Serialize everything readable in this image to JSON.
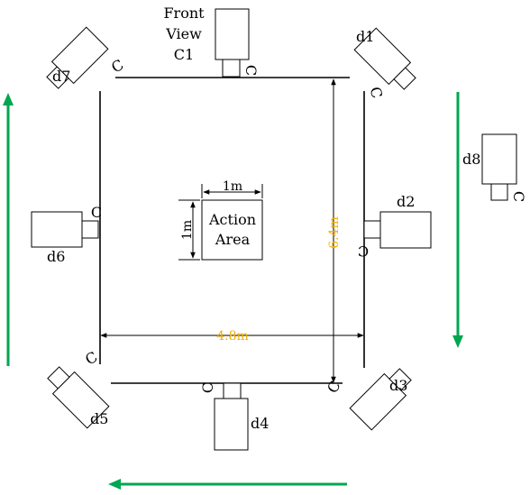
{
  "front_view": {
    "line1": "Front",
    "line2": "View",
    "line3": "C1"
  },
  "cameras": {
    "d1": "d1",
    "d2": "d2",
    "d3": "d3",
    "d4": "d4",
    "d5": "d5",
    "d6": "d6",
    "d7": "d7",
    "d8": "d8"
  },
  "connector_glyph": "C",
  "action_area": {
    "line1": "Action",
    "line2": "Area",
    "width_label": "1m",
    "height_label": "1m"
  },
  "dimensions": {
    "width": "4.8m",
    "height": "6.4m"
  },
  "colors": {
    "arrow": "#00a650",
    "dimension_text": "#f0b000",
    "line": "#000000"
  }
}
